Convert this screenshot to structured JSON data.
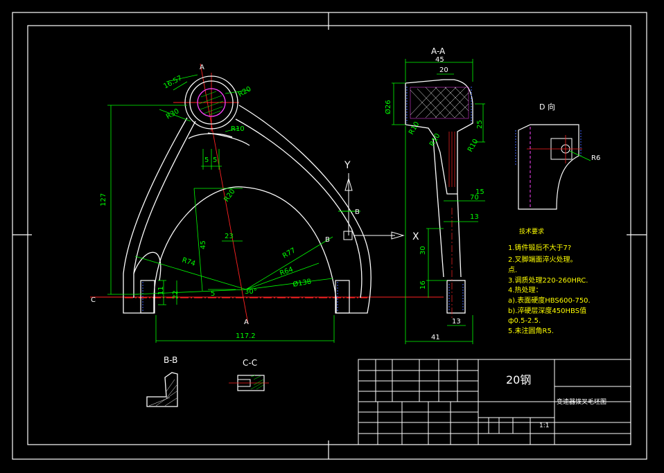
{
  "colors": {
    "background": "#000000",
    "outline": "#ffffff",
    "dimension": "#00ff00",
    "centerline": "#ff0000",
    "hatch": "#ff44ff",
    "hidden": "#4466ff",
    "note_text": "#ffff00"
  },
  "dimensions": {
    "d_16_57": "16.57",
    "r20_top": "R20",
    "r30": "R30",
    "r10": "R10",
    "five_left": "5",
    "five_right": "5",
    "r20_mid": "R20",
    "d127": "127",
    "d45_left": "45",
    "d23": "23",
    "r74": "R74",
    "r77": "R77",
    "r64": "R64",
    "d138": "Ø138",
    "d11": "11",
    "d22": "22",
    "d5_small": "5",
    "d30_angle": "30°",
    "d117_2": "117.2"
  },
  "section_labels": {
    "a_top": "A",
    "a_bottom": "A",
    "b_right": "B",
    "b_left": "B",
    "c_left": "C",
    "y_axis": "Y",
    "x_axis": "X"
  },
  "section_aa": {
    "title": "A-A",
    "d45": "45",
    "d20": "20",
    "phi26": "Ø26",
    "r10_a": "R10",
    "r10_b": "R10",
    "r10_c": "R10",
    "d25": "25",
    "d15": "15",
    "d70": "70",
    "d13_top": "13",
    "d30": "30",
    "d16": "16",
    "d13_bottom": "13",
    "d41": "41"
  },
  "view_d": {
    "title": "D 向",
    "r6": "R6"
  },
  "technical_requirements": {
    "heading": "技术要求",
    "lines": [
      "1.铸件锻后不大于7?",
      "2.叉脚端面淬火处理。",
      "点.",
      "3.调质处理220-260HRC.",
      "4.热处理：",
      "a).表面硬度HBS600-750.",
      "b).淬硬层深度450HBS值",
      "ф0.5-2.5.",
      "5.未注圆角R5."
    ]
  },
  "section_bb": {
    "title": "B-B"
  },
  "section_cc": {
    "title": "C-C"
  },
  "title_block": {
    "material": "20钢",
    "part_name": "变速器拨叉毛坯图",
    "scale": "1:1"
  }
}
